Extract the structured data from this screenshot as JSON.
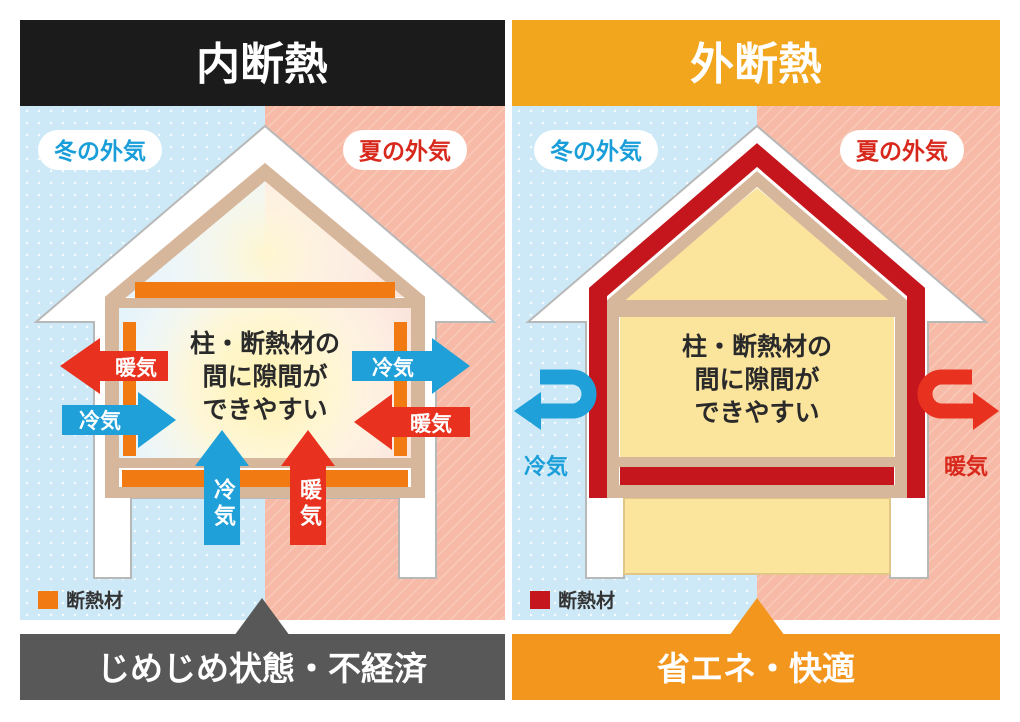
{
  "panels": {
    "internal": {
      "title": "内断熱",
      "winter_label": "冬の外気",
      "summer_label": "夏の外気",
      "center_text": [
        "柱・断熱材の",
        "間に隙間が",
        "できやすい"
      ],
      "arrows": {
        "warm": "暖気",
        "cold": "冷気"
      },
      "legend": "断熱材",
      "result": "じめじめ状態・不経済"
    },
    "external": {
      "title": "外断熱",
      "winter_label": "冬の外気",
      "summer_label": "夏の外気",
      "center_text": [
        "柱・断熱材の",
        "間に隙間が",
        "できやすい"
      ],
      "arrows": {
        "warm": "暖気",
        "cold": "冷気"
      },
      "legend": "断熱材",
      "result": "省エネ・快適"
    }
  },
  "colors": {
    "header_internal": "#1b1b1b",
    "header_external": "#f2a61e",
    "winter_bg": "#cde9f7",
    "summer_bg": "#f7baa6",
    "insulation_internal": "#f27a12",
    "insulation_external": "#c4161c",
    "frame": "#d7b79c",
    "warm_air": "#e8321f",
    "cold_air": "#1fa0d8",
    "warm_text": "#d8281c",
    "cold_text": "#1a9ed9",
    "footer_internal": "#585858",
    "footer_external": "#f2961e",
    "interior_external": "#fbe49c"
  }
}
